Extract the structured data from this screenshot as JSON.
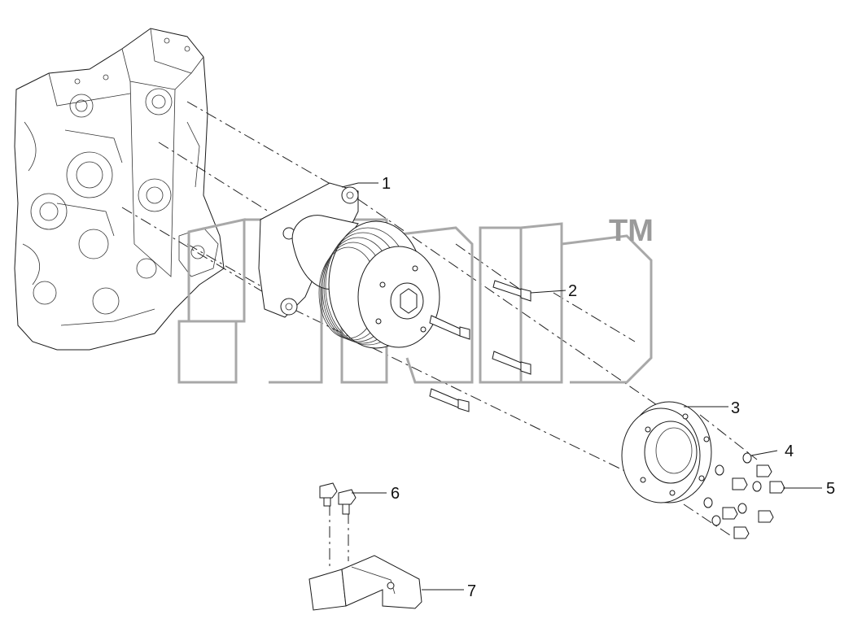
{
  "diagram": {
    "watermark": {
      "symbol": "TM"
    },
    "callouts": [
      {
        "id": "1",
        "label": "1"
      },
      {
        "id": "2",
        "label": "2"
      },
      {
        "id": "3",
        "label": "3"
      },
      {
        "id": "4",
        "label": "4"
      },
      {
        "id": "5",
        "label": "5"
      },
      {
        "id": "6",
        "label": "6"
      },
      {
        "id": "7",
        "label": "7"
      }
    ]
  }
}
